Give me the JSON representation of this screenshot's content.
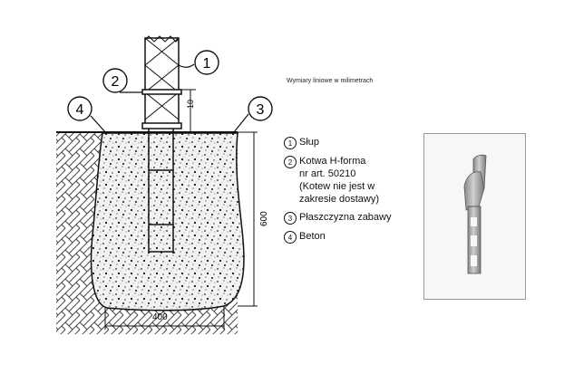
{
  "callouts": [
    {
      "num": "1",
      "name": "Słup"
    },
    {
      "num": "2",
      "name": "Kotwa H-forma"
    },
    {
      "num": "3",
      "name": "Płaszczyzna zabawy"
    },
    {
      "num": "4",
      "name": "Beton"
    }
  ],
  "note": "Wymiary liniowe w milimetrach",
  "dimensions": {
    "depth": "600",
    "width": "400",
    "gap": "10"
  },
  "legend": [
    {
      "num": "1",
      "lines": [
        "Słup"
      ]
    },
    {
      "num": "2",
      "lines": [
        "Kotwa H-forma",
        "nr art. 50210",
        "(Kotew nie jest w",
        "zakresie dostawy)"
      ]
    },
    {
      "num": "3",
      "lines": [
        "Płaszczyzna zabawy"
      ]
    },
    {
      "num": "4",
      "lines": [
        "Beton"
      ]
    }
  ]
}
